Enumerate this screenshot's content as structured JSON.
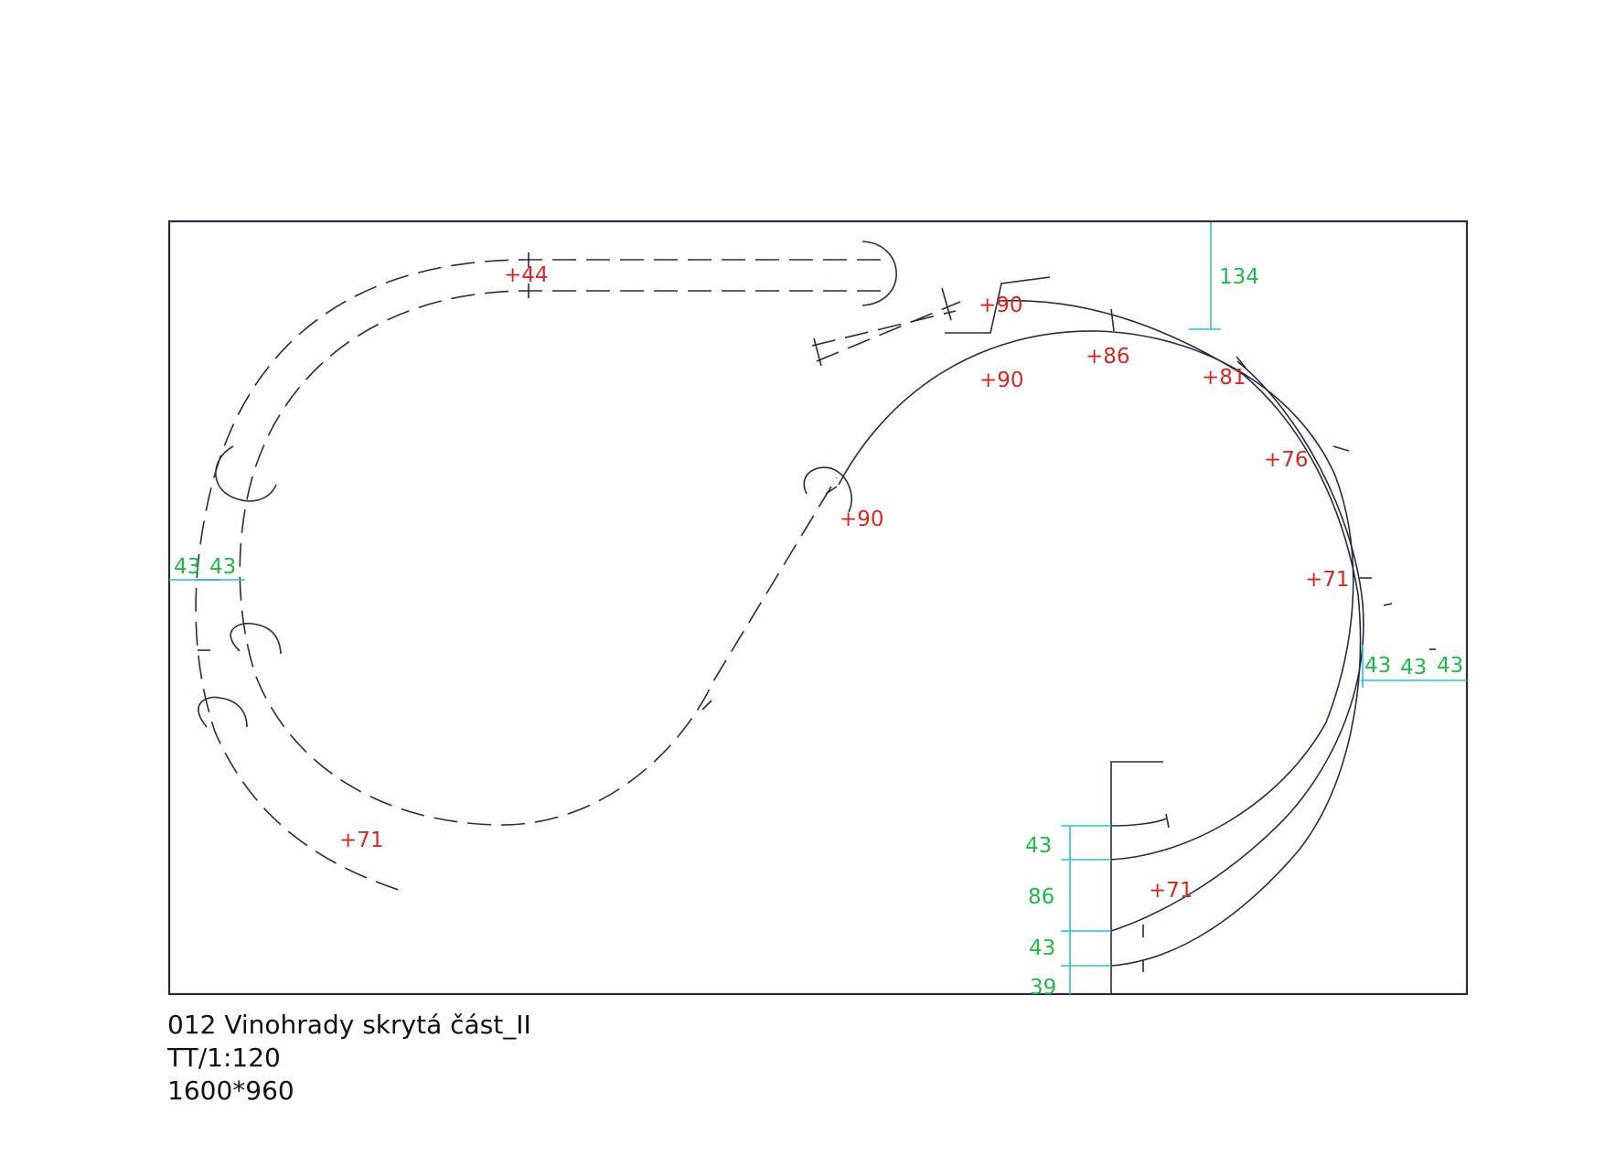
{
  "elevations": {
    "top_straight": "+44",
    "left_lower": "+71",
    "portal_mid": "+90",
    "inner_loop_top": "+90",
    "turnout": "+90",
    "top_a": "+86",
    "top_b": "+81",
    "right_a": "+76",
    "right_b": "+71",
    "bottom_right": "+71"
  },
  "dimensions": {
    "top_gap": "134",
    "left_1": "43",
    "left_2": "43",
    "right_1": "43",
    "right_2": "43",
    "right_3": "43",
    "bottom_1": "43",
    "bottom_2": "86",
    "bottom_3": "43",
    "bottom_4": "39"
  },
  "caption": {
    "title": "012 Vinohrady skrytá část_II",
    "scale": "TT/1:120",
    "size": "1600*960"
  },
  "colors": {
    "track": "#2a2a40",
    "elevation": "#d22a20",
    "dimension_text": "#22b84a",
    "dimension_line": "#29c2d4"
  }
}
